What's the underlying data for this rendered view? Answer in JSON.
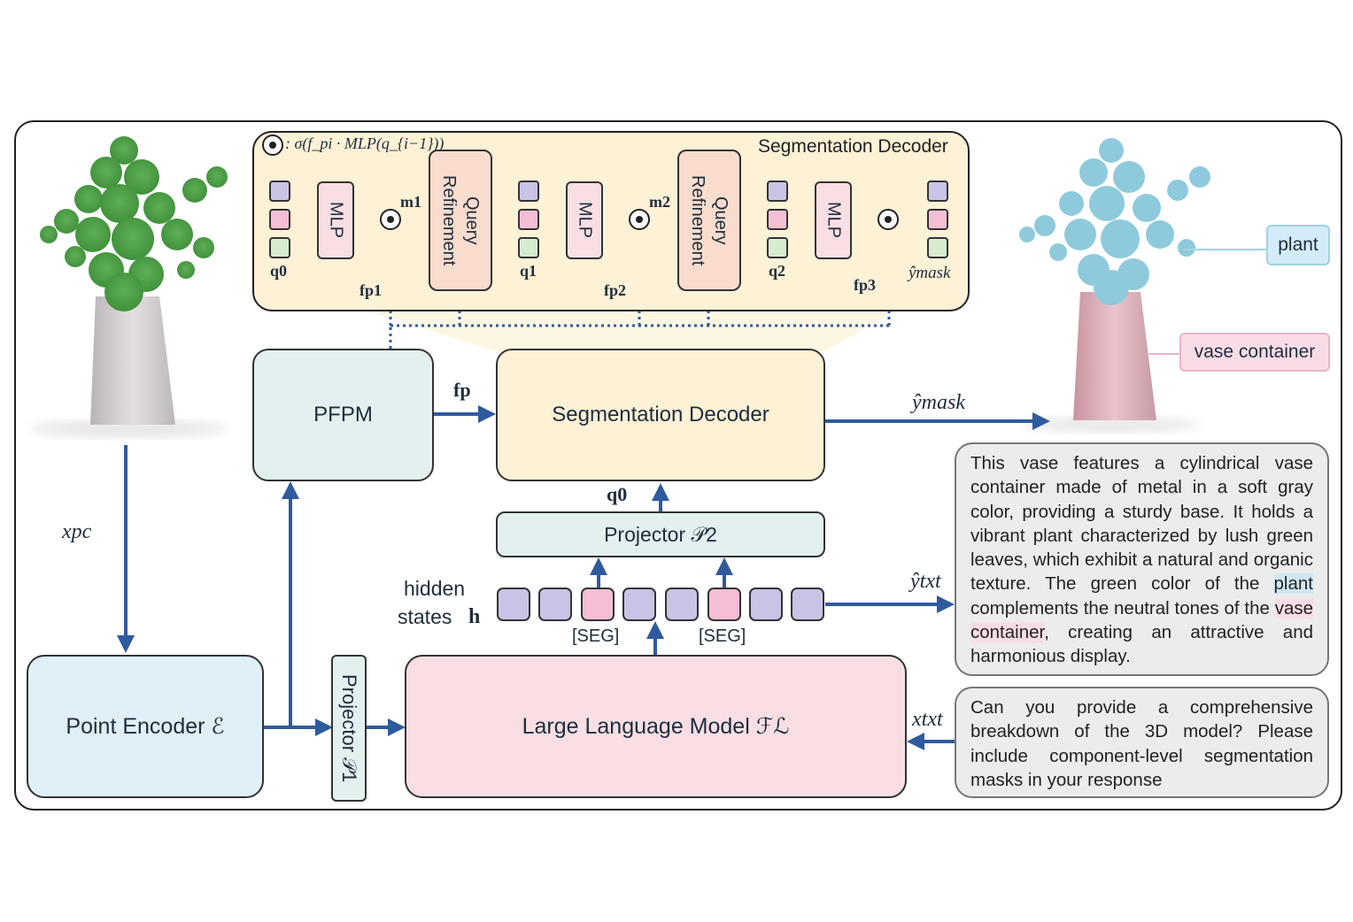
{
  "decoder_panel": {
    "formula": ": σ(f_pi · MLP(q_{i−1}))",
    "title": "Segmentation Decoder",
    "mlp_label": "MLP",
    "query_refinement_label": "Query Refinement",
    "queries": [
      "q0",
      "q1",
      "q2"
    ],
    "masks": [
      "m1",
      "m2"
    ],
    "features": [
      "fp1",
      "fp2",
      "fp3"
    ],
    "output_label": "ŷmask"
  },
  "modules": {
    "pfpm": "PFPM",
    "segmentation_decoder": "Segmentation Decoder",
    "projector2": "Projector 𝒫2",
    "projector1": "Projector 𝒫1",
    "llm": "Large Language Model ℱℒ",
    "point_encoder": "Point Encoder ℰ"
  },
  "labels": {
    "fp": "fp",
    "q0": "q0",
    "y_mask": "ŷmask",
    "x_pc": "xpc",
    "y_txt": "ŷtxt",
    "x_txt": "xtxt",
    "hidden_states_line1": "hidden",
    "hidden_states_line2": "states",
    "hidden_states_symbol": "h",
    "seg_token_1": "[SEG]",
    "seg_token_2": "[SEG]"
  },
  "output_text": {
    "part1": "This vase features a cylindrical vase container made of metal in a soft gray color, providing a sturdy base. It holds a vibrant plant characterized by lush green leaves, which exhibit a natural and organic texture. The green color of the ",
    "highlight_plant": "plant",
    "part2": " complements the neutral tones of the ",
    "highlight_vase": "vase container",
    "part3": ", creating an attractive and harmonious display."
  },
  "input_text": "Can you provide a comprehensive breakdown of the 3D model? Please include component-level segmentation masks in your response",
  "segment_tags": [
    "plant",
    "vase container"
  ],
  "colors": {
    "arrow": "#2f5a9e",
    "panel_bg": "#fdf1d6",
    "pfpm_bg": "#e2f0ef",
    "llm_bg": "#f9dfe3",
    "encoder_bg": "#dff0f9",
    "plant_green": "#6cb565",
    "vase_gray": "#d3ced0",
    "seg_blue": "#9fd3e3",
    "seg_pink": "#d9a7b4"
  }
}
